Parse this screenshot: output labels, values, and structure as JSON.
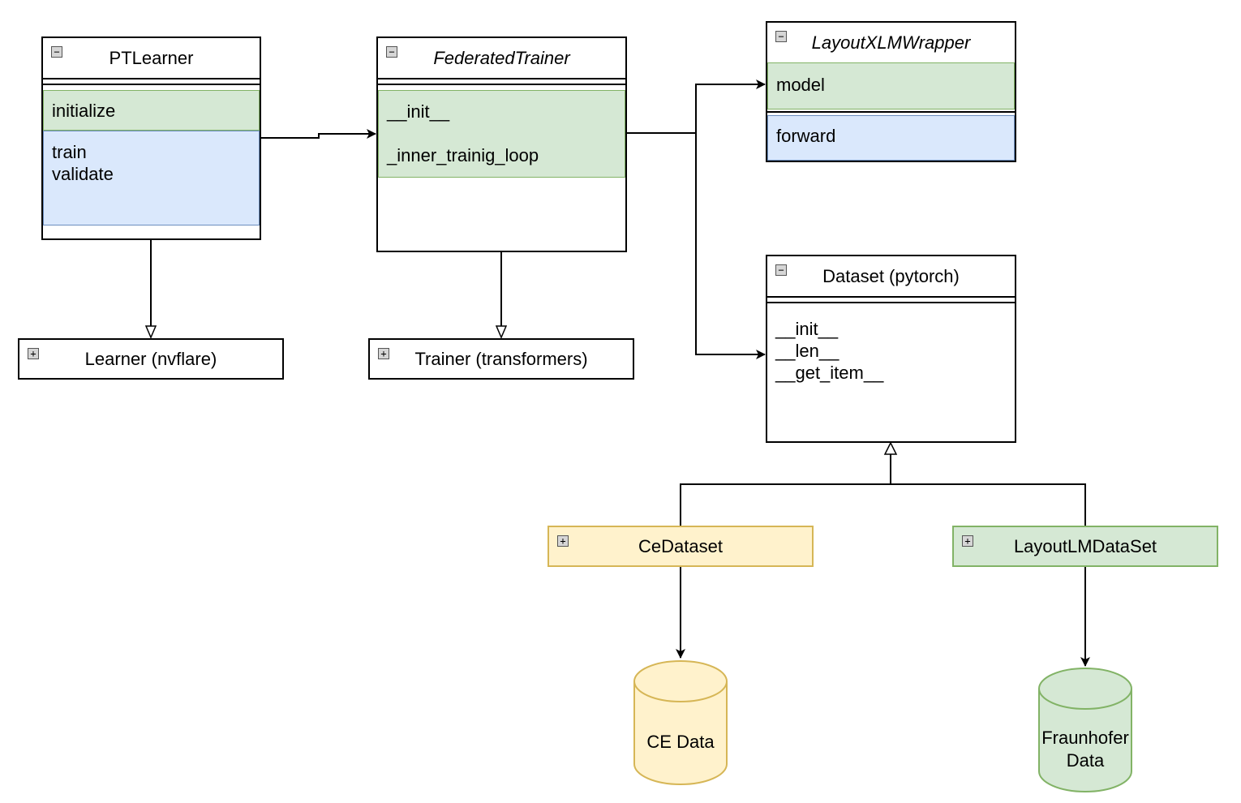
{
  "classes": {
    "ptlearner": {
      "title": "PTLearner",
      "toggle": "−",
      "section1": [
        "initialize"
      ],
      "section2": [
        "train",
        "validate"
      ]
    },
    "federated_trainer": {
      "title": "FederatedTrainer",
      "toggle": "−",
      "section1": [
        "__init__",
        "",
        "_inner_trainig_loop"
      ]
    },
    "layoutxlm_wrapper": {
      "title": "LayoutXLMWrapper",
      "toggle": "−",
      "section1": [
        "model"
      ],
      "section2": [
        "forward"
      ]
    },
    "dataset": {
      "title": "Dataset (pytorch)",
      "toggle": "−",
      "section1": [
        "__init__",
        "__len__",
        "__get_item__"
      ]
    },
    "learner": {
      "title": "Learner (nvflare)",
      "toggle": "+"
    },
    "trainer": {
      "title": "Trainer (transformers)",
      "toggle": "+"
    },
    "cedataset": {
      "title": "CeDataset",
      "toggle": "+"
    },
    "layoutlm_dataset": {
      "title": "LayoutLMDataSet",
      "toggle": "+"
    }
  },
  "stores": {
    "ce_data": {
      "label": "CE Data"
    },
    "fraunhofer_data": {
      "label": "Fraunhofer\nData"
    }
  },
  "colors": {
    "green_fill": "#d5e8d4",
    "green_stroke": "#82b366",
    "blue_fill": "#dae8fc",
    "blue_stroke": "#6c8ebf",
    "yellow_fill": "#fff2cc",
    "yellow_stroke": "#d6b656"
  }
}
